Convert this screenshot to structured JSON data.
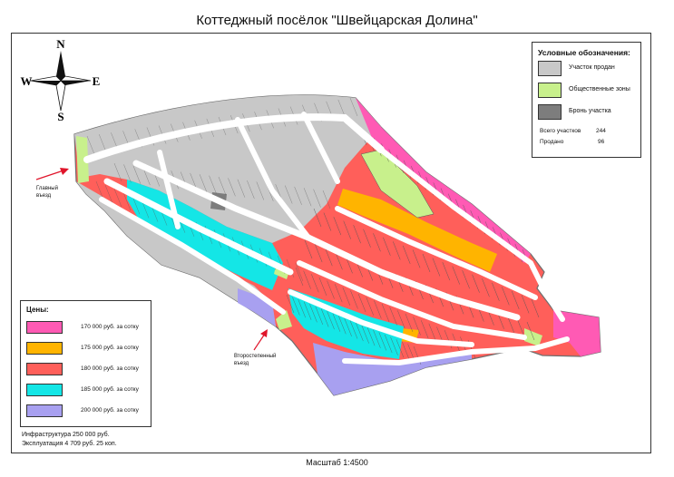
{
  "title": "Коттеджный посёлок \"Швейцарская Долина\"",
  "compass": {
    "n": "N",
    "s": "S",
    "w": "W",
    "e": "E"
  },
  "legend": {
    "heading": "Условные обозначения:",
    "items": [
      {
        "label": "Участок продан",
        "color": "#c8c8c8"
      },
      {
        "label": "Общественные зоны",
        "color": "#c8f08c"
      },
      {
        "label": "Бронь участка",
        "color": "#7d7d7d"
      }
    ],
    "total_label": "Всего участков",
    "total_value": "244",
    "sold_label": "Продано",
    "sold_value": "96"
  },
  "prices": {
    "heading": "Цены:",
    "items": [
      {
        "label": "170 000 руб. за сотку",
        "color": "#ff5ab4"
      },
      {
        "label": "175 000 руб. за сотку",
        "color": "#ffb400"
      },
      {
        "label": "180 000 руб. за сотку",
        "color": "#ff5f5a"
      },
      {
        "label": "185 000 руб. за сотку",
        "color": "#14e6e6"
      },
      {
        "label": "200 000 руб. за сотку",
        "color": "#a8a0f0"
      }
    ]
  },
  "info": {
    "infrastructure": "Инфраструктура 250 000 руб.",
    "exploitation": "Эксплуатация 4 709 руб. 25 коп."
  },
  "entrances": {
    "main_l1": "Главный",
    "main_l2": "въезд",
    "second_l1": "Второстепенный",
    "second_l2": "въезд"
  },
  "scale": "Масштаб 1:4500",
  "colors": {
    "sold": "#c8c8c8",
    "road": "#ffffff",
    "outline": "#6e6e6e",
    "arrow": "#e0142a",
    "lot_stroke": "#555555"
  }
}
